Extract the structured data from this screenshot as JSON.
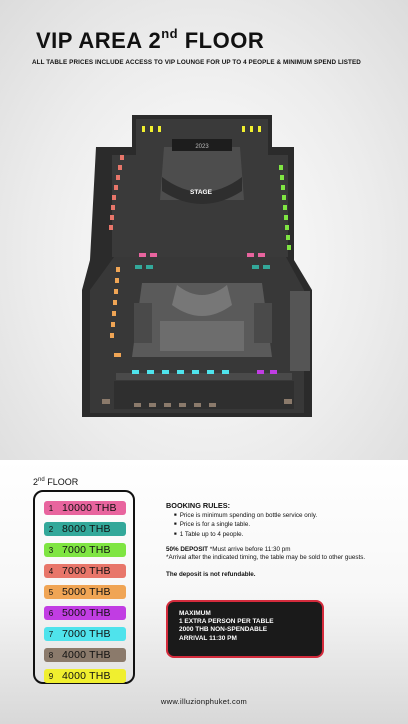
{
  "header": {
    "title_main": "VIP AREA 2",
    "title_sup": "nd",
    "title_end": " FLOOR",
    "subtitle": "ALL TABLE PRICES INCLUDE ACCESS TO VIP LOUNGE FOR UP TO 4 PEOPLE & MINIMUM SPEND LISTED"
  },
  "map": {
    "stage_label": "STAGE",
    "screen_label": "2023"
  },
  "legend": {
    "floor_num": "2",
    "floor_sup": "nd",
    "floor_word": " FLOOR",
    "rows": [
      {
        "num": "1",
        "price": "10000 THB",
        "color": "#e8649e"
      },
      {
        "num": "2",
        "price": "8000 THB",
        "color": "#33a89a"
      },
      {
        "num": "3",
        "price": "7000 THB",
        "color": "#7fe542"
      },
      {
        "num": "4",
        "price": "7000 THB",
        "color": "#e8766a"
      },
      {
        "num": "5",
        "price": "5000 THB",
        "color": "#f0a555"
      },
      {
        "num": "6",
        "price": "5000 THB",
        "color": "#c13de3"
      },
      {
        "num": "7",
        "price": "7000 THB",
        "color": "#4fe3ec"
      },
      {
        "num": "8",
        "price": "4000 THB",
        "color": "#8b7a6b"
      },
      {
        "num": "9",
        "price": "4000 THB",
        "color": "#f0ef2f"
      }
    ]
  },
  "rules": {
    "heading": "BOOKING RULES:",
    "items": [
      "Price is minimum spending on bottle service only.",
      "Price is  for a single table.",
      "1 Table up to 4 people."
    ],
    "deposit_bold": "50% DEPOSIT",
    "deposit_rest": " *Must arrive before 11:30 pm",
    "arrival_note": "*Arrival after the indicated timing, the table may be sold to other guests.",
    "refund": "The deposit is not refundable."
  },
  "max_box": {
    "line1": "MAXIMUM",
    "line2": "1 EXTRA PERSON PER TABLE",
    "line3": "2000 THB NON-SPENDABLE",
    "line4": "ARRIVAL 11:30 PM"
  },
  "footer": {
    "website": "www.illuzionphuket.com"
  },
  "colors": {
    "pink": "#e8649e",
    "teal": "#33a89a",
    "green": "#7fe542",
    "salmon": "#e8766a",
    "orange": "#f0a555",
    "purple": "#c13de3",
    "cyan": "#4fe3ec",
    "brown": "#8b7a6b",
    "yellow": "#f0ef2f",
    "accent_red": "#d42b3c"
  }
}
